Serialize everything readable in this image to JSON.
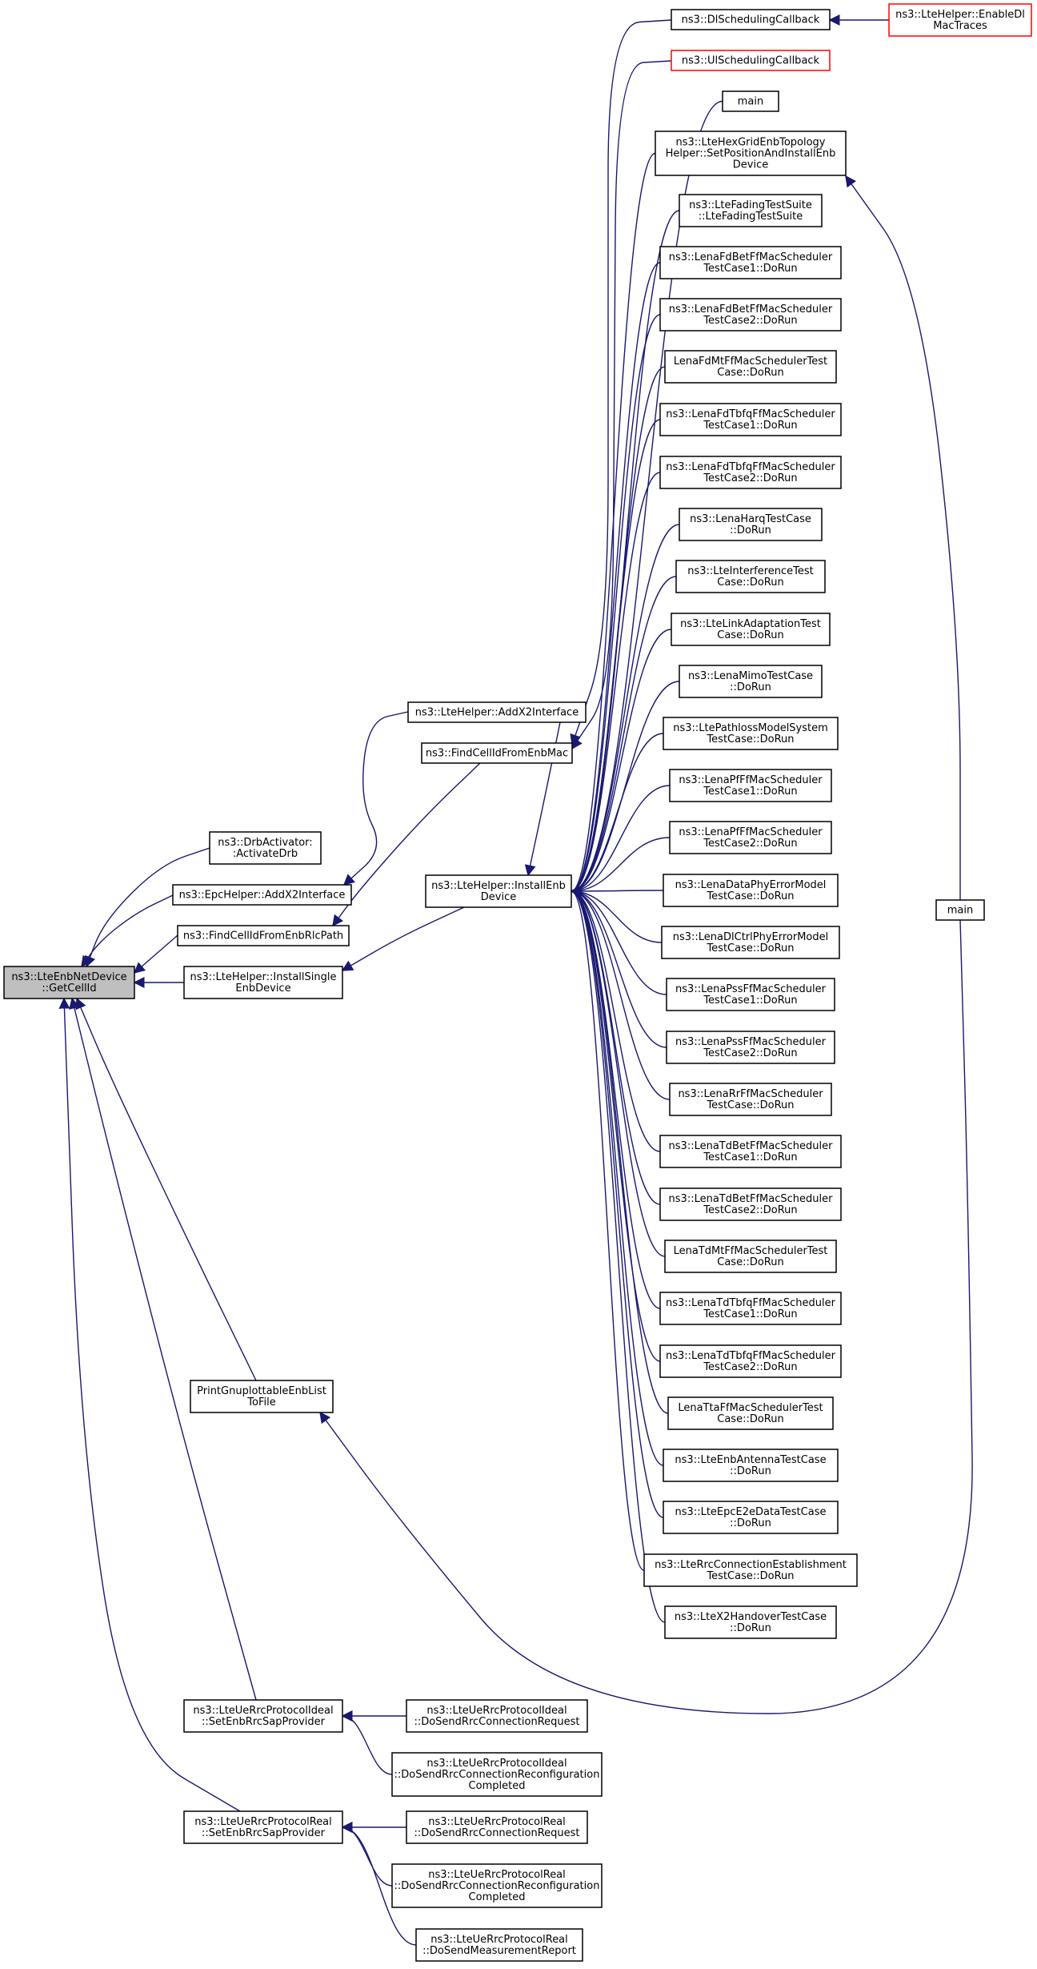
{
  "colors": {
    "edge": "#191970",
    "node_border": "#000000",
    "truncated_border": "#ff0000",
    "root_fill": "#bfbfbf"
  },
  "nodes": [
    {
      "id": "getcellid",
      "lines": [
        "ns3::LteEnbNetDevice",
        "::GetCellId"
      ],
      "style": "root"
    },
    {
      "id": "drbactivator",
      "lines": [
        "ns3::DrbActivator:",
        ":ActivateDrb"
      ]
    },
    {
      "id": "epcaddx2",
      "lines": [
        "ns3::EpcHelper::AddX2Interface"
      ]
    },
    {
      "id": "findcellrlc",
      "lines": [
        "ns3::FindCellIdFromEnbRlcPath"
      ]
    },
    {
      "id": "installsingle",
      "lines": [
        "ns3::LteHelper::InstallSingle",
        "EnbDevice"
      ]
    },
    {
      "id": "printgnuplot",
      "lines": [
        "PrintGnuplottableEnbList",
        "ToFile"
      ]
    },
    {
      "id": "rrcideal",
      "lines": [
        "ns3::LteUeRrcProtocolIdeal",
        "::SetEnbRrcSapProvider"
      ]
    },
    {
      "id": "rrcreal",
      "lines": [
        "ns3::LteUeRrcProtocolReal",
        "::SetEnbRrcSapProvider"
      ]
    },
    {
      "id": "lteaddx2",
      "lines": [
        "ns3::LteHelper::AddX2Interface"
      ]
    },
    {
      "id": "findcellmac",
      "lines": [
        "ns3::FindCellIdFromEnbMac"
      ]
    },
    {
      "id": "installenb",
      "lines": [
        "ns3::LteHelper::InstallEnb",
        "Device"
      ]
    },
    {
      "id": "dlsched",
      "lines": [
        "ns3::DlSchedulingCallback"
      ]
    },
    {
      "id": "enabledl",
      "lines": [
        "ns3::LteHelper::EnableDl",
        "MacTraces"
      ],
      "style": "trunc"
    },
    {
      "id": "ulsched",
      "lines": [
        "ns3::UlSchedulingCallback"
      ],
      "style": "trunc"
    },
    {
      "id": "main1",
      "lines": [
        "main"
      ]
    },
    {
      "id": "hexgrid",
      "lines": [
        "ns3::LteHexGridEnbTopology",
        "Helper::SetPositionAndInstallEnb",
        "Device"
      ]
    },
    {
      "id": "fading",
      "lines": [
        "ns3::LteFadingTestSuite",
        "::LteFadingTestSuite"
      ]
    },
    {
      "id": "fdbet1",
      "lines": [
        "ns3::LenaFdBetFfMacScheduler",
        "TestCase1::DoRun"
      ]
    },
    {
      "id": "fdbet2",
      "lines": [
        "ns3::LenaFdBetFfMacScheduler",
        "TestCase2::DoRun"
      ]
    },
    {
      "id": "fdmt",
      "lines": [
        "LenaFdMtFfMacSchedulerTest",
        "Case::DoRun"
      ]
    },
    {
      "id": "fdtbfq1",
      "lines": [
        "ns3::LenaFdTbfqFfMacScheduler",
        "TestCase1::DoRun"
      ]
    },
    {
      "id": "fdtbfq2",
      "lines": [
        "ns3::LenaFdTbfqFfMacScheduler",
        "TestCase2::DoRun"
      ]
    },
    {
      "id": "harq",
      "lines": [
        "ns3::LenaHarqTestCase",
        "::DoRun"
      ]
    },
    {
      "id": "interference",
      "lines": [
        "ns3::LteInterferenceTest",
        "Case::DoRun"
      ]
    },
    {
      "id": "linkadapt",
      "lines": [
        "ns3::LteLinkAdaptationTest",
        "Case::DoRun"
      ]
    },
    {
      "id": "mimo",
      "lines": [
        "ns3::LenaMimoTestCase",
        "::DoRun"
      ]
    },
    {
      "id": "pathloss",
      "lines": [
        "ns3::LtePathlossModelSystem",
        "TestCase::DoRun"
      ]
    },
    {
      "id": "pf1",
      "lines": [
        "ns3::LenaPfFfMacScheduler",
        "TestCase1::DoRun"
      ]
    },
    {
      "id": "pf2",
      "lines": [
        "ns3::LenaPfFfMacScheduler",
        "TestCase2::DoRun"
      ]
    },
    {
      "id": "dataphy",
      "lines": [
        "ns3::LenaDataPhyErrorModel",
        "TestCase::DoRun"
      ]
    },
    {
      "id": "dlctrl",
      "lines": [
        "ns3::LenaDlCtrlPhyErrorModel",
        "TestCase::DoRun"
      ]
    },
    {
      "id": "pss1",
      "lines": [
        "ns3::LenaPssFfMacScheduler",
        "TestCase1::DoRun"
      ]
    },
    {
      "id": "pss2",
      "lines": [
        "ns3::LenaPssFfMacScheduler",
        "TestCase2::DoRun"
      ]
    },
    {
      "id": "rr",
      "lines": [
        "ns3::LenaRrFfMacScheduler",
        "TestCase::DoRun"
      ]
    },
    {
      "id": "tdbet1",
      "lines": [
        "ns3::LenaTdBetFfMacScheduler",
        "TestCase1::DoRun"
      ]
    },
    {
      "id": "tdbet2",
      "lines": [
        "ns3::LenaTdBetFfMacScheduler",
        "TestCase2::DoRun"
      ]
    },
    {
      "id": "tdmt",
      "lines": [
        "LenaTdMtFfMacSchedulerTest",
        "Case::DoRun"
      ]
    },
    {
      "id": "tdtbfq1",
      "lines": [
        "ns3::LenaTdTbfqFfMacScheduler",
        "TestCase1::DoRun"
      ]
    },
    {
      "id": "tdtbfq2",
      "lines": [
        "ns3::LenaTdTbfqFfMacScheduler",
        "TestCase2::DoRun"
      ]
    },
    {
      "id": "tta",
      "lines": [
        "LenaTtaFfMacSchedulerTest",
        "Case::DoRun"
      ]
    },
    {
      "id": "antenna",
      "lines": [
        "ns3::LteEnbAntennaTestCase",
        "::DoRun"
      ]
    },
    {
      "id": "epce2e",
      "lines": [
        "ns3::LteEpcE2eDataTestCase",
        "::DoRun"
      ]
    },
    {
      "id": "rrcconn",
      "lines": [
        "ns3::LteRrcConnectionEstablishment",
        "TestCase::DoRun"
      ]
    },
    {
      "id": "x2handover",
      "lines": [
        "ns3::LteX2HandoverTestCase",
        "::DoRun"
      ]
    },
    {
      "id": "main2",
      "lines": [
        "main"
      ]
    },
    {
      "id": "ideal_req",
      "lines": [
        "ns3::LteUeRrcProtocolIdeal",
        "::DoSendRrcConnectionRequest"
      ]
    },
    {
      "id": "ideal_reconf",
      "lines": [
        "ns3::LteUeRrcProtocolIdeal",
        "::DoSendRrcConnectionReconfiguration",
        "Completed"
      ]
    },
    {
      "id": "real_req",
      "lines": [
        "ns3::LteUeRrcProtocolReal",
        "::DoSendRrcConnectionRequest"
      ]
    },
    {
      "id": "real_reconf",
      "lines": [
        "ns3::LteUeRrcProtocolReal",
        "::DoSendRrcConnectionReconfiguration",
        "Completed"
      ]
    },
    {
      "id": "real_meas",
      "lines": [
        "ns3::LteUeRrcProtocolReal",
        "::DoSendMeasurementReport"
      ]
    }
  ],
  "edges": [
    [
      "drbactivator",
      "getcellid"
    ],
    [
      "epcaddx2",
      "getcellid"
    ],
    [
      "findcellrlc",
      "getcellid"
    ],
    [
      "installsingle",
      "getcellid"
    ],
    [
      "printgnuplot",
      "getcellid"
    ],
    [
      "rrcideal",
      "getcellid"
    ],
    [
      "rrcreal",
      "getcellid"
    ],
    [
      "lteaddx2",
      "epcaddx2"
    ],
    [
      "findcellmac",
      "findcellrlc"
    ],
    [
      "installenb",
      "installsingle"
    ],
    [
      "dlsched",
      "findcellmac"
    ],
    [
      "ulsched",
      "findcellmac"
    ],
    [
      "enabledl",
      "dlsched"
    ],
    [
      "main2",
      "printgnuplot"
    ],
    [
      "main2",
      "hexgrid"
    ],
    [
      "lteaddx2",
      "installenb"
    ],
    [
      "main1",
      "installenb"
    ],
    [
      "hexgrid",
      "installenb"
    ],
    [
      "fading",
      "installenb"
    ],
    [
      "fdbet1",
      "installenb"
    ],
    [
      "fdbet2",
      "installenb"
    ],
    [
      "fdmt",
      "installenb"
    ],
    [
      "fdtbfq1",
      "installenb"
    ],
    [
      "fdtbfq2",
      "installenb"
    ],
    [
      "harq",
      "installenb"
    ],
    [
      "interference",
      "installenb"
    ],
    [
      "linkadapt",
      "installenb"
    ],
    [
      "mimo",
      "installenb"
    ],
    [
      "pathloss",
      "installenb"
    ],
    [
      "pf1",
      "installenb"
    ],
    [
      "pf2",
      "installenb"
    ],
    [
      "dataphy",
      "installenb"
    ],
    [
      "dlctrl",
      "installenb"
    ],
    [
      "pss1",
      "installenb"
    ],
    [
      "pss2",
      "installenb"
    ],
    [
      "rr",
      "installenb"
    ],
    [
      "tdbet1",
      "installenb"
    ],
    [
      "tdbet2",
      "installenb"
    ],
    [
      "tdmt",
      "installenb"
    ],
    [
      "tdtbfq1",
      "installenb"
    ],
    [
      "tdtbfq2",
      "installenb"
    ],
    [
      "tta",
      "installenb"
    ],
    [
      "antenna",
      "installenb"
    ],
    [
      "epce2e",
      "installenb"
    ],
    [
      "rrcconn",
      "installenb"
    ],
    [
      "x2handover",
      "installenb"
    ],
    [
      "ideal_req",
      "rrcideal"
    ],
    [
      "ideal_reconf",
      "rrcideal"
    ],
    [
      "real_req",
      "rrcreal"
    ],
    [
      "real_reconf",
      "rrcreal"
    ],
    [
      "real_meas",
      "rrcreal"
    ]
  ]
}
